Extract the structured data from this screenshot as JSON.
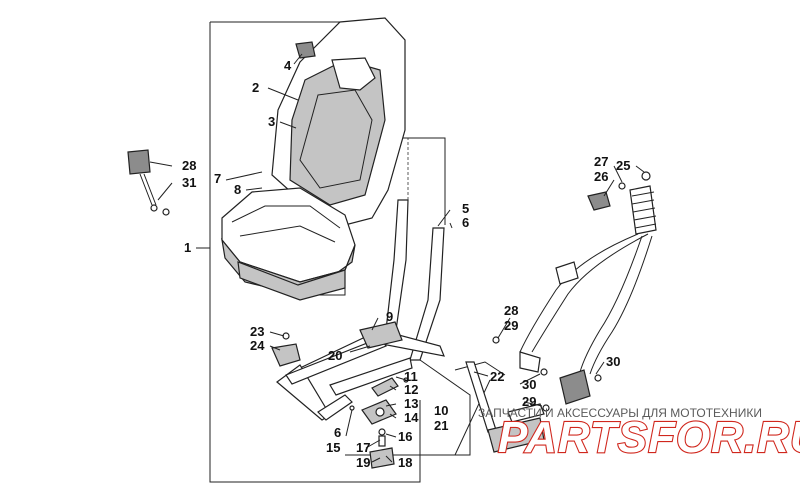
{
  "callouts": {
    "c1": "1",
    "c2": "2",
    "c3": "3",
    "c4": "4",
    "c5": "5",
    "c6a": "6",
    "c6b": "6",
    "c7": "7",
    "c8": "8",
    "c9": "9",
    "c10": "10",
    "c11": "11",
    "c12": "12",
    "c13": "13",
    "c14": "14",
    "c15": "15",
    "c16": "16",
    "c17": "17",
    "c18": "18",
    "c19": "19",
    "c20": "20",
    "c21": "21",
    "c22": "22",
    "c23": "23",
    "c24": "24",
    "c25": "25",
    "c26": "26",
    "c27": "27",
    "c28a": "28",
    "c28b": "28",
    "c29a": "29",
    "c29b": "29",
    "c30a": "30",
    "c30b": "30",
    "c31": "31"
  },
  "watermark": {
    "caption": "ЗАПЧАСТИ И АКСЕССУАРЫ ДЛЯ МОТОТЕХНИКИ",
    "logo": "PARTSFOR.RU"
  },
  "colors": {
    "ink": "#222222",
    "shade": "#c4c4c4",
    "watermark_red": "#d0271d"
  }
}
